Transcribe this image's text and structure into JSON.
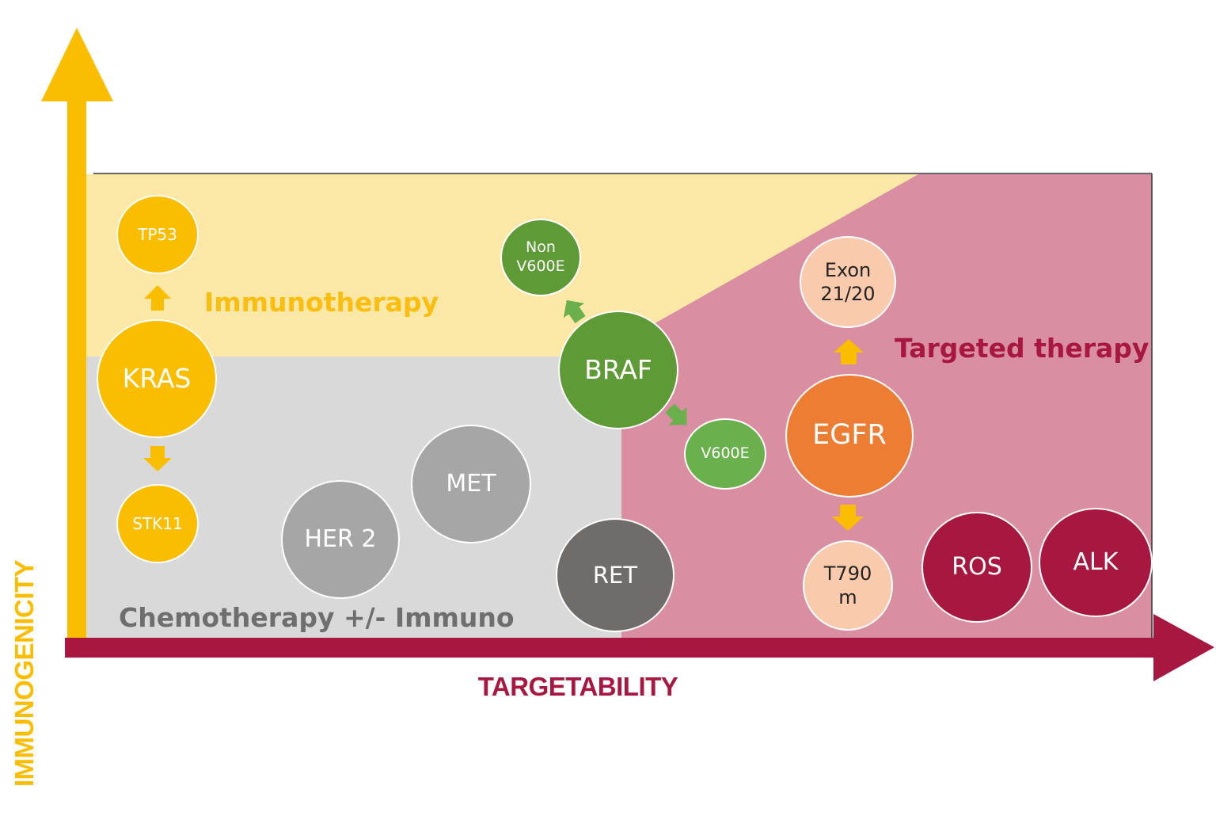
{
  "axes": {
    "x_label": "TARGETABILITY",
    "y_label": "IMMUNOGENICITY"
  },
  "zones": {
    "immunotherapy": "Immunotherapy",
    "targeted": "Targeted therapy",
    "chemo": "Chemotherapy +/- Immuno"
  },
  "nodes": {
    "tp53": "TP53",
    "kras": "KRAS",
    "stk11": "STK11",
    "her2": "HER 2",
    "met": "MET",
    "non_v600e_1": "Non",
    "non_v600e_2": "V600E",
    "braf": "BRAF",
    "v600e": "V600E",
    "ret": "RET",
    "exon_1": "Exon",
    "exon_2": "21/20",
    "egfr": "EGFR",
    "t790m_1": "T790",
    "t790m_2": "m",
    "ros": "ROS",
    "alk": "ALK"
  },
  "colors": {
    "immuno_zone": "#fbe8a6",
    "chemo_zone": "#d9d9d9",
    "targeted_zone": "#d98ea2",
    "axis_y": "#fbbd00",
    "axis_x": "#a8173f",
    "kras_group": "#fbbd00",
    "braf_dark": "#5e9a35",
    "braf_light": "#6ab04c",
    "egfr": "#ee7d34",
    "egfr_light": "#f9cbac",
    "ret": "#706c6a",
    "gray_node": "#a6a6a6",
    "crimson": "#a8173f"
  }
}
